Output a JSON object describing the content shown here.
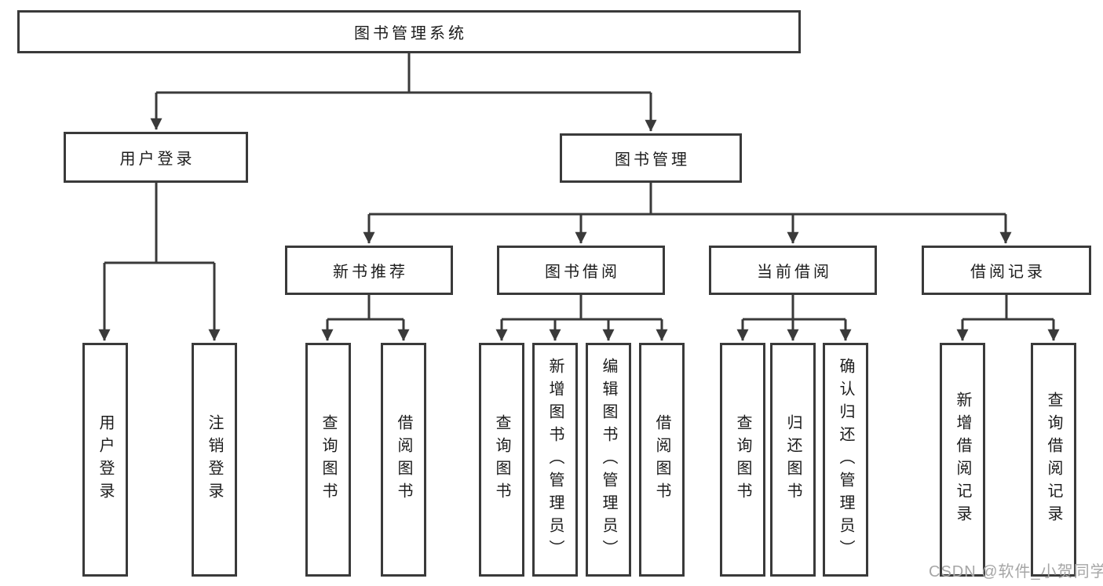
{
  "diagram_title": "图书管理系统",
  "tree": {
    "label": "图书管理系统",
    "children": [
      {
        "label": "用户登录",
        "children": [
          {
            "label": "用户登录"
          },
          {
            "label": "注销登录"
          }
        ]
      },
      {
        "label": "图书管理",
        "children": [
          {
            "label": "新书推荐",
            "children": [
              {
                "label": "查询图书"
              },
              {
                "label": "借阅图书"
              }
            ]
          },
          {
            "label": "图书借阅",
            "children": [
              {
                "label": "查询图书"
              },
              {
                "label": "新增图书（管理员）"
              },
              {
                "label": "编辑图书（管理员）"
              },
              {
                "label": "借阅图书"
              }
            ]
          },
          {
            "label": "当前借阅",
            "children": [
              {
                "label": "查询图书"
              },
              {
                "label": "归还图书"
              },
              {
                "label": "确认归还（管理员）"
              }
            ]
          },
          {
            "label": "借阅记录",
            "children": [
              {
                "label": "新增借阅记录"
              },
              {
                "label": "查询借阅记录"
              }
            ]
          }
        ]
      }
    ]
  },
  "watermark": "CSDN @软件_小贺同学",
  "colors": {
    "line": "#3a3a3a",
    "box_border": "#3a3a3a",
    "text": "#1c1c1c",
    "watermark": "#a6a6a6",
    "background": "#ffffff"
  }
}
